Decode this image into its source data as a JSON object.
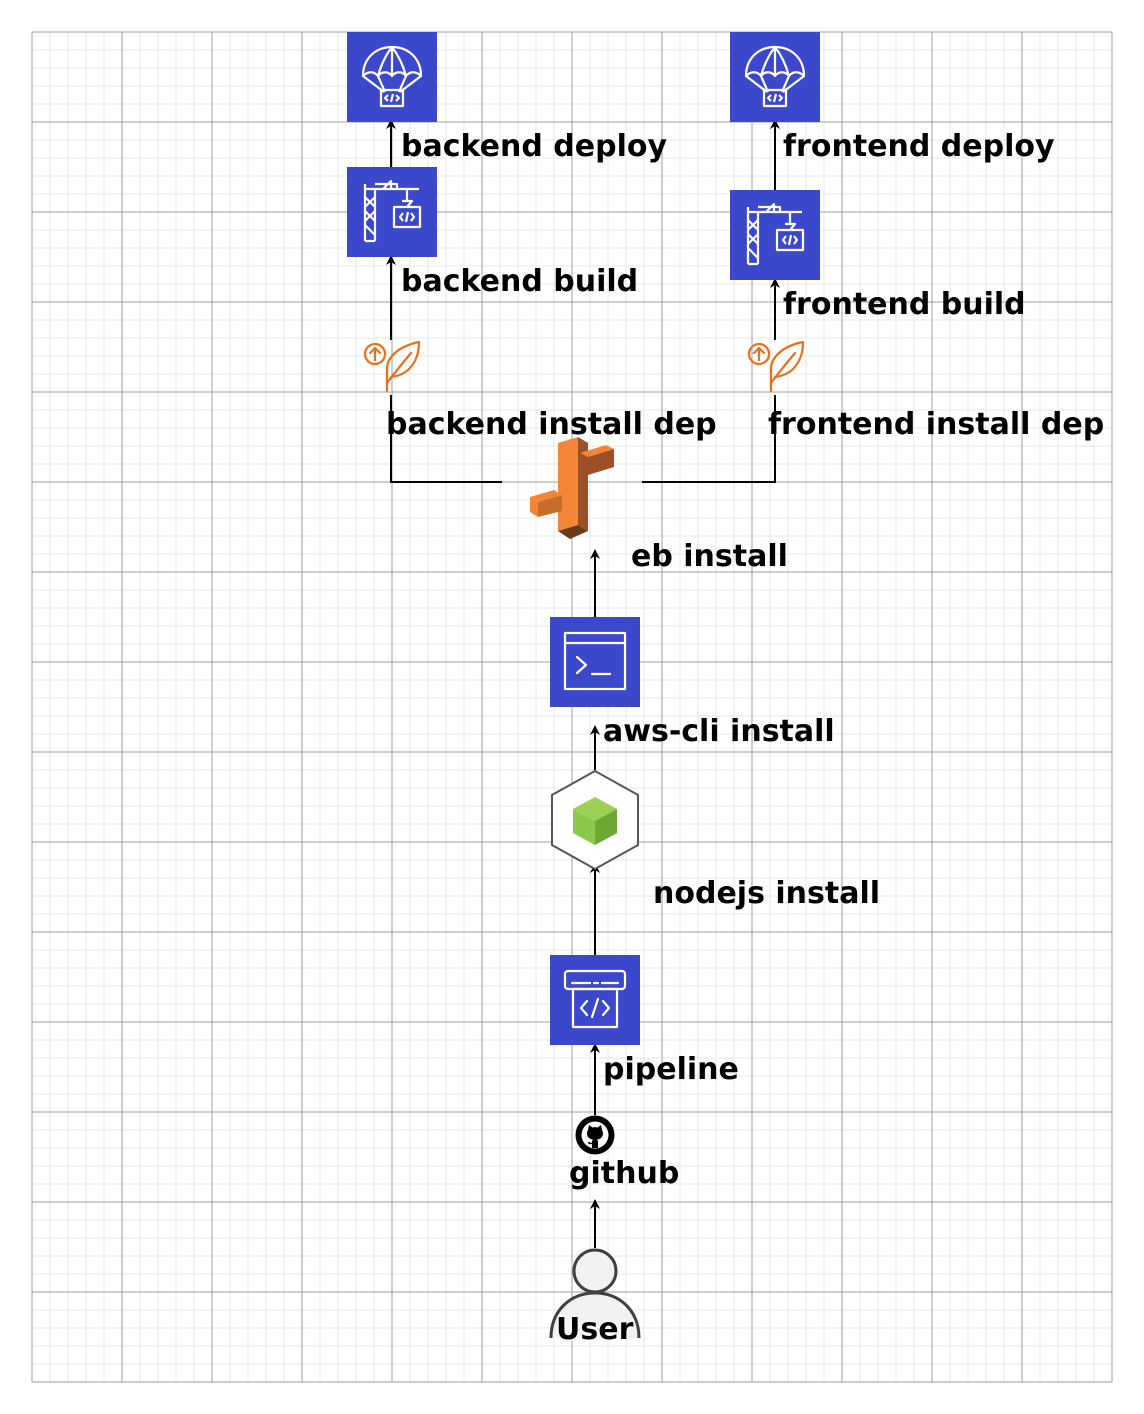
{
  "colors": {
    "aws_blue": "#3b48cc",
    "aws_orange": "#e7711b",
    "beanstalk_orange": "#f58536",
    "node_green": "#8cc84b",
    "edge": "#000000",
    "grid_major": "#9aa0a6",
    "grid_minor": "#e6e8ea"
  },
  "nodes": {
    "backend_deploy": {
      "label": "backend deploy",
      "icon": "codedeploy-icon"
    },
    "backend_build": {
      "label": "backend build",
      "icon": "codebuild-icon"
    },
    "backend_install": {
      "label": "backend install dep",
      "icon": "elastic-beanstalk-deployment-icon"
    },
    "frontend_deploy": {
      "label": "frontend deploy",
      "icon": "codedeploy-icon"
    },
    "frontend_build": {
      "label": "frontend build",
      "icon": "codebuild-icon"
    },
    "frontend_install": {
      "label": "frontend install dep",
      "icon": "elastic-beanstalk-deployment-icon"
    },
    "eb": {
      "label": "eb install",
      "icon": "elastic-beanstalk-icon"
    },
    "awscli": {
      "label": "aws-cli install",
      "icon": "command-line-interface-icon"
    },
    "nodejs": {
      "label": "nodejs install",
      "icon": "nodejs-icon"
    },
    "pipeline": {
      "label": "pipeline",
      "icon": "codepipeline-icon"
    },
    "github": {
      "label": "github",
      "icon": "github-icon"
    },
    "user": {
      "label": "User",
      "icon": "user-icon"
    }
  }
}
